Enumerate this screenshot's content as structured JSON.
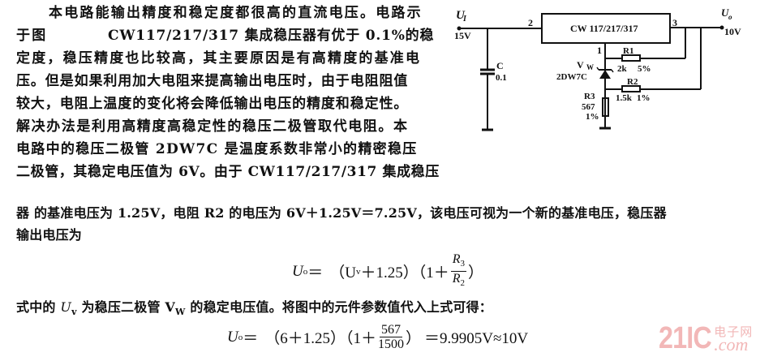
{
  "paragraph": {
    "lines": [
      "本电路能输出精度和稳定度都很高的直流电压。电路示",
      "于图",
      "CW117/217/317 集成稳压器有优于 0.1%的稳",
      "定度，稳压精度也比较高，其主要原因是有高精度的基准电",
      "压。但是如果利用加大电阻来提高输出电压时，由于电阻阻值",
      "较大，电阻上温度的变化将会降低输出电压的精度和稳定性。",
      "解决办法是利用高精度高稳定性的稳压二极管取代电阻。本",
      "电路中的稳压二极管 2DW7C 是温度系数非常小的精密稳压",
      "二极管，其稳定电压值为 6V。由于 CW117/217/317 集成稳压",
      "器 的基准电压为 1.25V，电阻 R2 的电压为 6V＋1.25V＝7.25V，该电压可视为一个新的基准电压，稳压器",
      "输出电压为"
    ]
  },
  "formula1": {
    "lhs": "U",
    "lhs_sub": "o",
    "eq": "＝",
    "part1": "（U",
    "part1_sub": "v",
    "part1_rest": "＋1.25）（1＋",
    "frac_num": "R",
    "frac_num_sub": "3",
    "frac_den": "R",
    "frac_den_sub": "2",
    "close": "）"
  },
  "explanation": {
    "prefix": "式中的",
    "var": "U",
    "var_sub": "v",
    "middle": "为稳压二极管 V",
    "middle_sub": "W",
    "suffix": "的稳定电压值。将图中的元件参数值代入上式可得："
  },
  "formula2": {
    "lhs": "U",
    "lhs_sub": "o",
    "eq": "＝",
    "part1": "（6＋1.25）（1＋",
    "frac_num": "567",
    "frac_den": "1500",
    "close": "）",
    "result": "＝9.9905V≈10V"
  },
  "circuit": {
    "input_label": "U",
    "input_sub": "I",
    "input_voltage": "15V",
    "output_label": "U",
    "output_sub": "o",
    "output_voltage": "10V",
    "ic_label": "CW 117/217/317",
    "pin_in": "2",
    "pin_out": "3",
    "pin_adj": "1",
    "capacitor": {
      "name": "C",
      "value": "0.1"
    },
    "zener": {
      "name": "V",
      "name_sub": "W",
      "part": "2DW7C"
    },
    "r1": {
      "name": "R1",
      "value": "2k",
      "tolerance": "5%"
    },
    "r2": {
      "name": "R2",
      "value": "1.5k",
      "tolerance": "1%"
    },
    "r3": {
      "name": "R3",
      "value": "567",
      "tolerance": "1%"
    }
  },
  "watermark": {
    "number": "21IC",
    "cn": "电子网",
    "com": ".com"
  }
}
